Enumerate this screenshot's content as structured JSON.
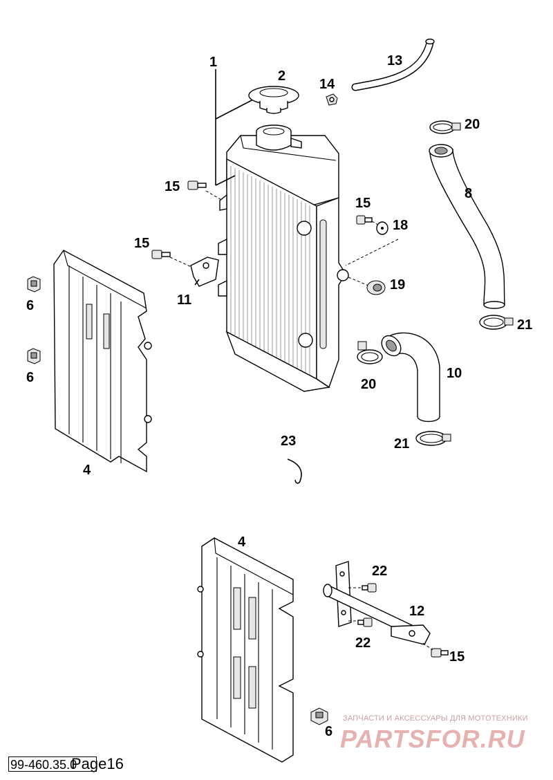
{
  "diagram": {
    "callouts": {
      "c1": "1",
      "c2": "2",
      "c4a": "4",
      "c4b": "4",
      "c6a": "6",
      "c6b": "6",
      "c6c": "6",
      "c8": "8",
      "c10": "10",
      "c11": "11",
      "c12": "12",
      "c13": "13",
      "c14": "14",
      "c15a": "15",
      "c15b": "15",
      "c15c": "15",
      "c15d": "15",
      "c18": "18",
      "c19": "19",
      "c20a": "20",
      "c20b": "20",
      "c21a": "21",
      "c21b": "21",
      "c22a": "22",
      "c22b": "22",
      "c23": "23"
    }
  },
  "footer": {
    "code": "99-460.35.0",
    "page": "Page16"
  },
  "watermark": {
    "caption": "ЗАПЧАСТИ И АКСЕССУАРЫ ДЛЯ МОТОТЕХНИКИ",
    "logo": "PARTSFOR.RU",
    "color": "#e6b1b1"
  }
}
